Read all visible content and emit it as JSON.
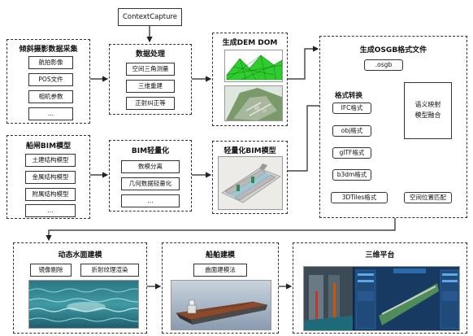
{
  "context_capture": "ContextCapture",
  "oblique": {
    "title": "倾斜摄影数据采集",
    "items": [
      "航拍影像",
      "POS文件",
      "相机参数",
      "..."
    ]
  },
  "data_proc": {
    "title": "数据处理",
    "items": [
      "空间三角测量",
      "三维重建",
      "正射纠正等"
    ]
  },
  "dem_dom": {
    "title": "生成DEM DOM"
  },
  "ship_bim": {
    "title": "船闸BIM模型",
    "items": [
      "土建结构模型",
      "金属结构模型",
      "附属结构模型",
      "..."
    ]
  },
  "bim_light": {
    "title": "BIM轻量化",
    "items": [
      "数模分离",
      "几何数据轻量化",
      "..."
    ]
  },
  "light_bim": {
    "title": "轻量化BIM模型"
  },
  "osgb": {
    "title": "生成OSGB格式文件",
    "file": ".osgb"
  },
  "format": {
    "title": "格式转换",
    "items": [
      "IFC格式",
      "obj格式",
      "glTF格式",
      "b3dm格式",
      "3DTiles格式"
    ]
  },
  "semantic": {
    "label": "语义映射\n模型融合"
  },
  "spatial": {
    "label": "空间位置匹配"
  },
  "water": {
    "title": "动态水面建模",
    "items": [
      "镜像剔除",
      "折射纹理渲染"
    ]
  },
  "vessel": {
    "title": "船舶建模",
    "items": [
      "曲面建模法"
    ]
  },
  "platform": {
    "title": "三维平台"
  },
  "colors": {
    "border": "#333333",
    "green_mesh": "#33cc33",
    "water": "#2a7f8f",
    "night_blue": "#1c3f6a"
  }
}
